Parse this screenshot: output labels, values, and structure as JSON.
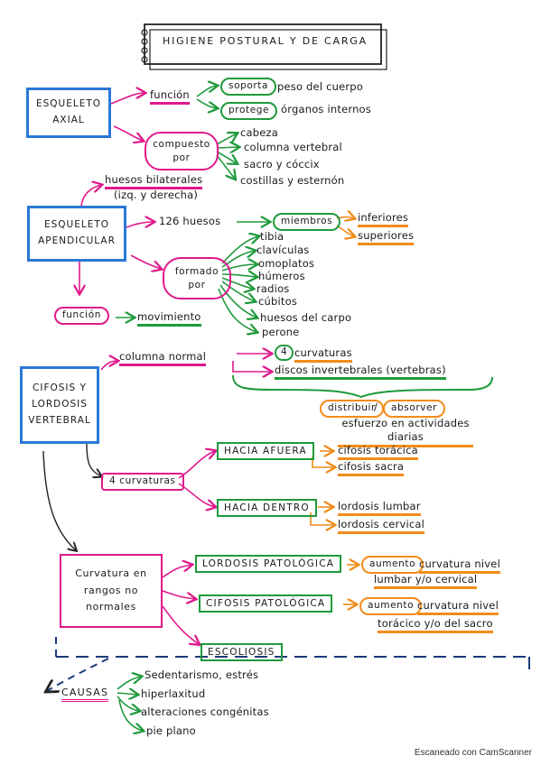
{
  "title": "HIGIENE POSTURAL Y DE CARGA",
  "esqueleto_axial": {
    "label": "ESQUELETO AXIAL",
    "funcion": "función",
    "soporta": "soporta",
    "soporta_rest": "peso del cuerpo",
    "protege": "protege",
    "protege_rest": "órganos internos",
    "compuesto": "compuesto por",
    "partes": [
      "cabeza",
      "columna vertebral",
      "sacro y cóccix",
      "costillas y esternón"
    ]
  },
  "huesos_bilaterales": {
    "line1": "huesos bilaterales",
    "line2": "(izq. y derecha)"
  },
  "esqueleto_apendicular": {
    "label": "ESQUELETO APENDICULAR",
    "huesos": "126 huesos",
    "miembros": "miembros",
    "inferiores": "inferiores",
    "superiores": "superiores",
    "formado": "formado por",
    "partes": [
      "tibia",
      "clavículas",
      "omoplatos",
      "húmeros",
      "radios",
      "cúbitos",
      "huesos del carpo",
      "perone"
    ],
    "funcion": "función",
    "movimiento": "movimiento"
  },
  "cifosis": {
    "label": "CIFOSIS Y LORDOSIS VERTEBRAL",
    "columna_normal": "columna normal",
    "cuatro": "4",
    "curvaturas": "curvaturas",
    "discos": "discos invertebrales (vertebras)",
    "distribuir": "distribuir",
    "absorver": "absorver",
    "esfuerzo": "esfuerzo en actividades diarias",
    "cuatro_curvaturas": "4 curvaturas",
    "hacia_afuera": "HACIA AFUERA",
    "cifosis_toracica": "cifosis torácica",
    "cifosis_sacra": "cifosis sacra",
    "hacia_dentro": "HACIA DENTRO",
    "lordosis_lumbar": "lordosis lumbar",
    "lordosis_cervical": "lordosis cervical"
  },
  "curvatura_anormal": {
    "label": "Curvatura en rangos no normales",
    "lordosis_pat": "LORDOSIS PATOLÓGICA",
    "aumento": "aumento",
    "lordosis_desc1": "curvatura nivel",
    "lordosis_desc2": "lumbar y/o cervical",
    "cifosis_pat": "CIFOSIS PATOLÓGICA",
    "cifosis_desc1": "curvatura nivel",
    "cifosis_desc2": "torácico y/o del sacro",
    "escoliosis": "ESCOLIOSIS"
  },
  "causas": {
    "label": "CAUSAS",
    "items": [
      "Sedentarismo, estrés",
      "hiperlaxitud",
      "alteraciones congénitas",
      "pie plano"
    ]
  },
  "footer": "Escaneado con CamScanner",
  "colors": {
    "blue": "#2a78d6",
    "magenta": "#e0198c",
    "green": "#1f9a3c",
    "orange": "#f28c1a"
  }
}
